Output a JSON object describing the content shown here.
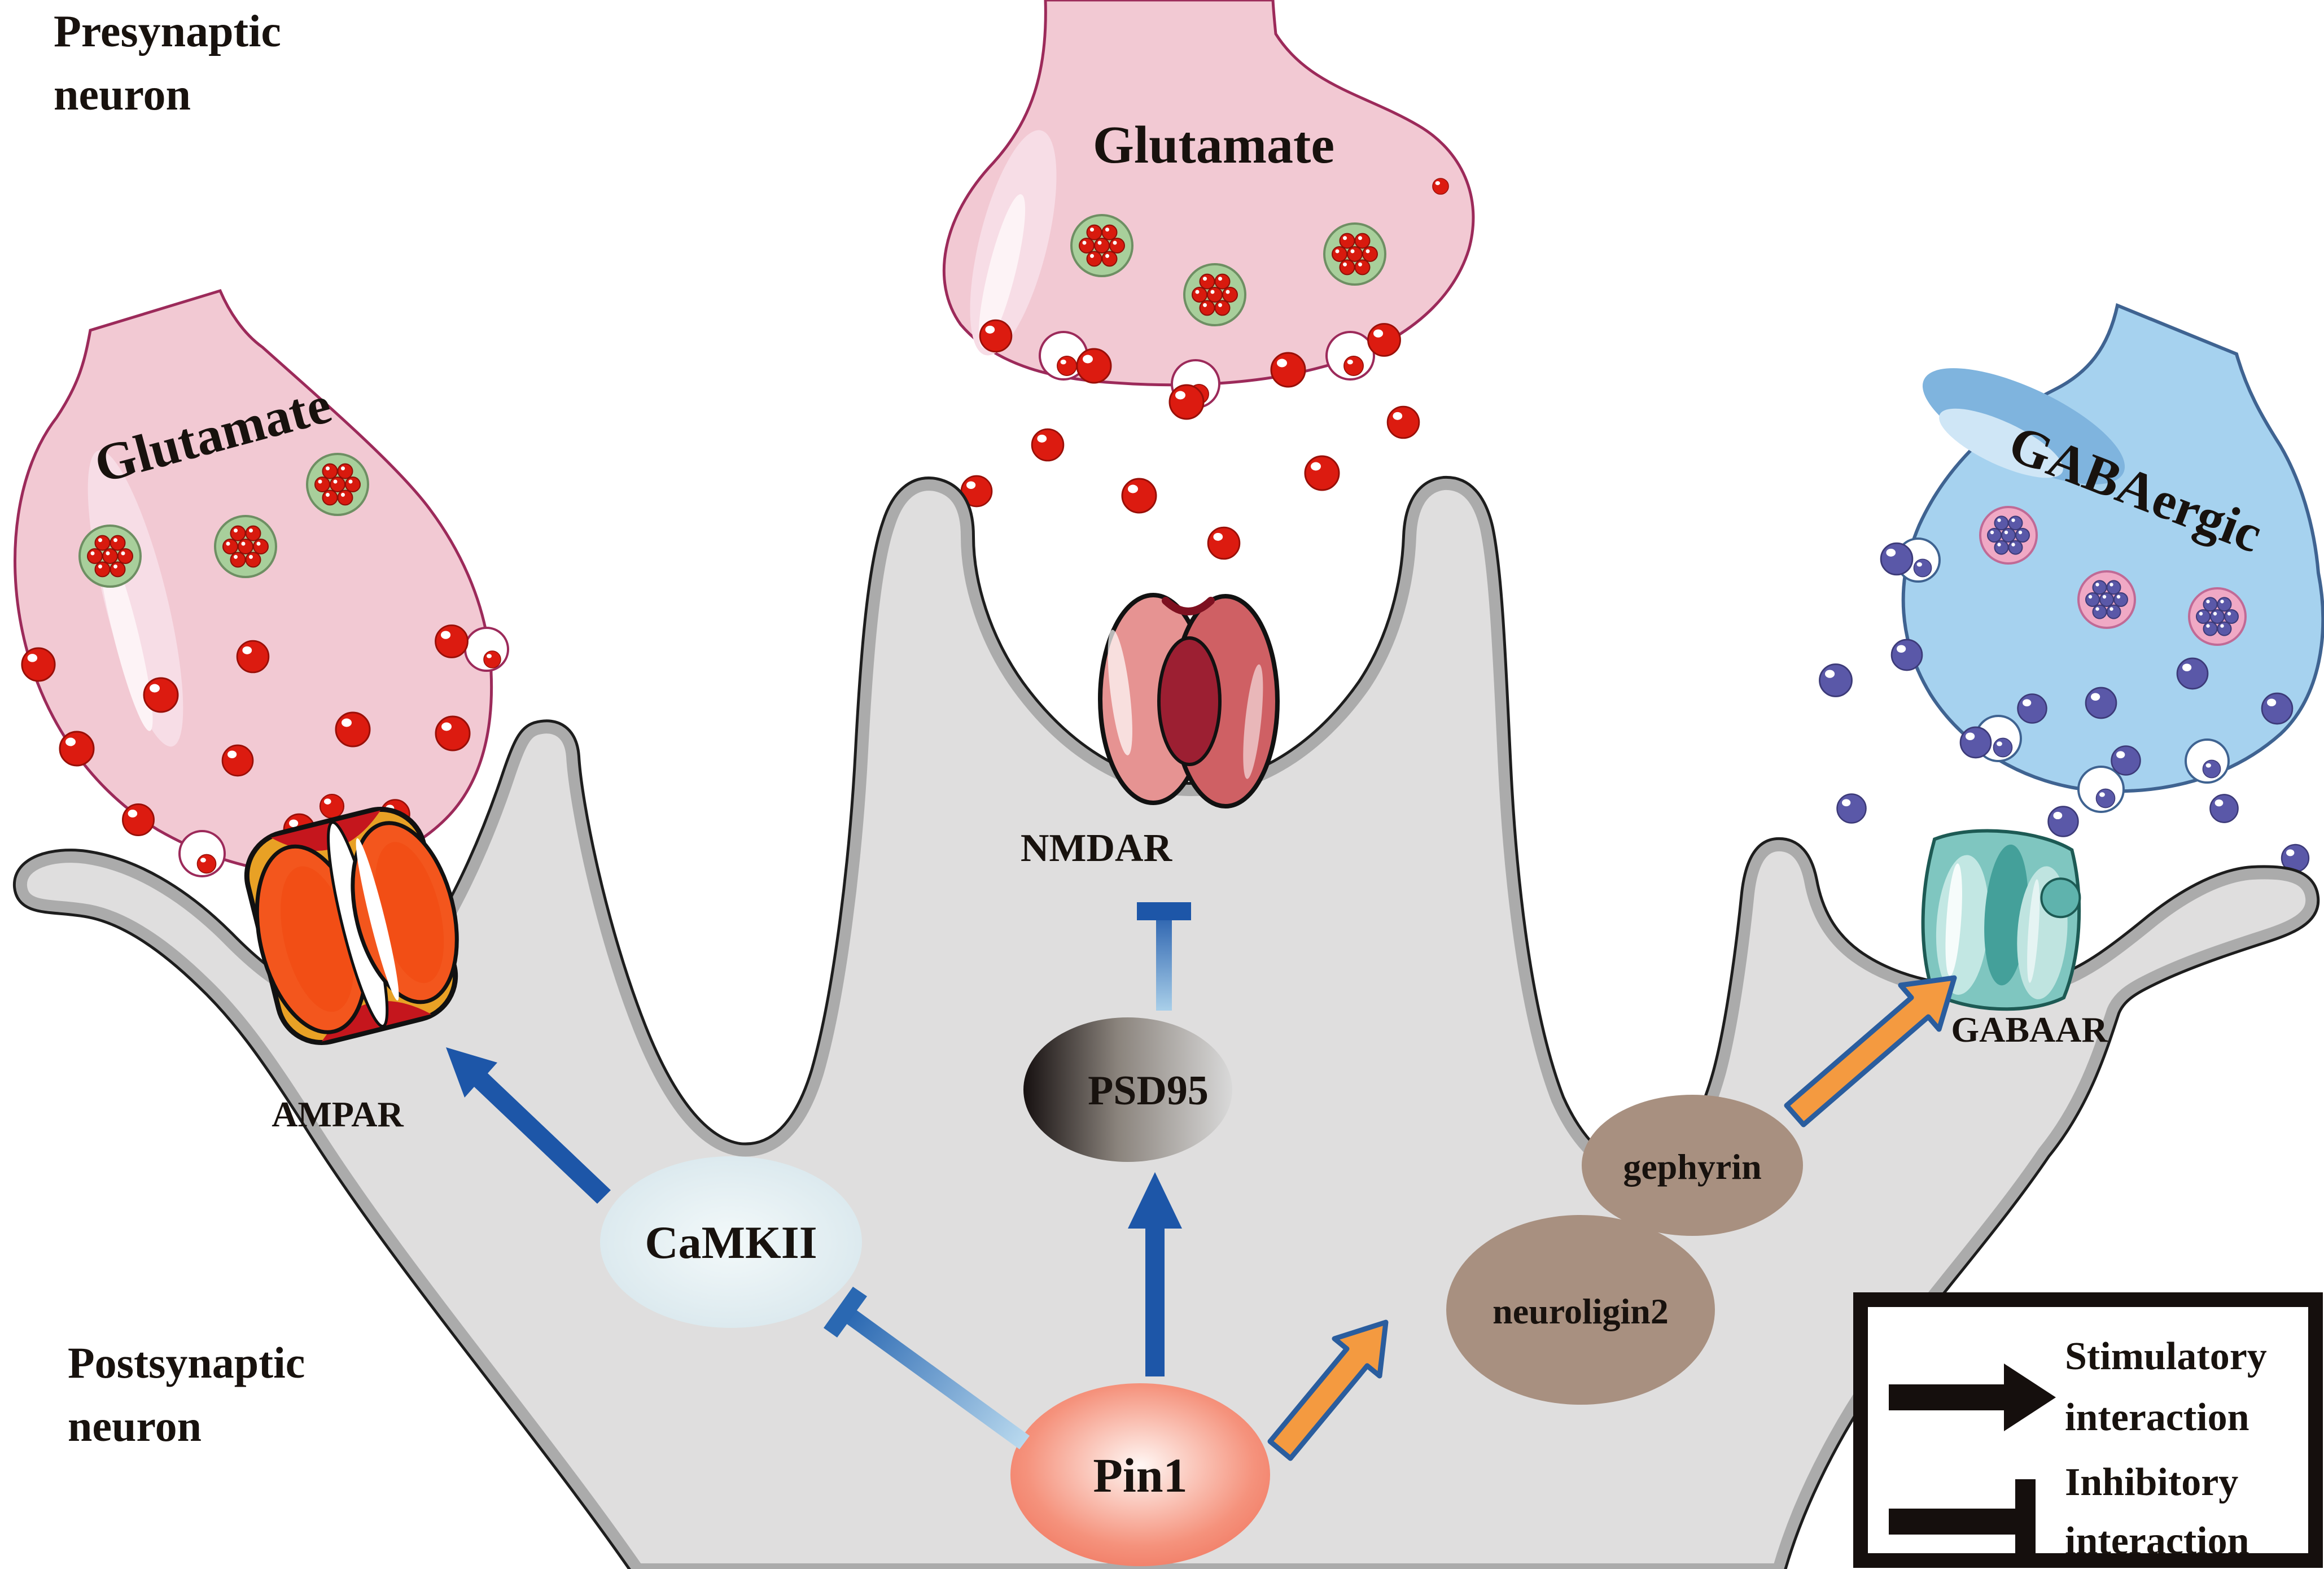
{
  "labels": {
    "presynaptic": {
      "line1": "Presynaptic",
      "line2": "neuron"
    },
    "postsynaptic": {
      "line1": "Postsynaptic",
      "line2": "neuron"
    }
  },
  "terminals": {
    "left_glutamate": {
      "label": "Glutamate"
    },
    "center_glutamate": {
      "label": "Glutamate"
    },
    "right_gabaergic": {
      "label": "GABAergic"
    }
  },
  "receptors": {
    "ampar": {
      "label": "AMPAR"
    },
    "nmdar": {
      "label": "NMDAR"
    },
    "gabaar": {
      "label": "GABAAR"
    }
  },
  "molecules": {
    "camkii": {
      "label": "CaMKII"
    },
    "psd95": {
      "label": "PSD95"
    },
    "pin1": {
      "label": "Pin1"
    },
    "neuroligin2": {
      "label": "neuroligin2"
    },
    "gephyrin": {
      "label": "gephyrin"
    }
  },
  "legend": {
    "stimulatory": {
      "line1": "Stimulatory",
      "line2": "interaction",
      "icon": "stimulatory-arrow-icon"
    },
    "inhibitory": {
      "line1": "Inhibitory",
      "line2": "interaction",
      "icon": "inhibitory-tbar-icon"
    }
  },
  "icons": {
    "stimulatory_arrow": "black solid arrow",
    "inhibitory_tbar": "black blunt T-bar"
  },
  "colors": {
    "background": "#ffffff",
    "glutamate_terminal_fill": "#f2c9d3",
    "glutamate_terminal_outline": "#9c2a5a",
    "gaba_terminal_fill": "#a6d2ef",
    "gaba_terminal_outline": "#3f6391",
    "glutamate_molecule": "#dc1b10",
    "gaba_molecule": "#5a58a8",
    "vesicle_green": "#a8cf9b",
    "vesicle_pink": "#f0a9c5",
    "membrane_fill": "#dfdede",
    "membrane_band": "#ababab",
    "membrane_outline": "#1d1d1d",
    "stimulatory_blue": "#1d56a8",
    "inhibitory_light_blue": "#a9cfe9",
    "orange_arrow_fill": "#f49a40",
    "orange_arrow_outline": "#2a5d9e",
    "camkii_fill": "#dbe9ee",
    "psd95_dark": "#161010",
    "psd95_light": "#d9d9d9",
    "pin1_fill": "#ee6650",
    "adaptor_tan": "#a89080",
    "ampar_orange": "#f3561d",
    "nmdar_red": "#cf6064",
    "gabaar_teal": "#7fc6c0",
    "legend_black": "#150f0d"
  }
}
